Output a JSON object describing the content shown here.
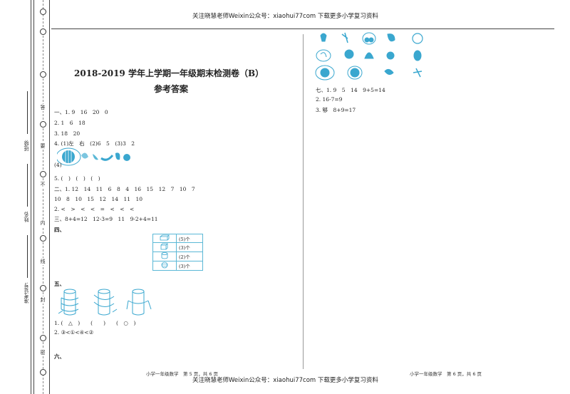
{
  "banner_top": "关注晓慧老师Weixin公众号：xiaohui77com 下载更多小学复习资料",
  "banner_bottom": "关注晓慧老师Weixin公众号：xiaohui77com 下载更多小学复习资料",
  "binding_margin": {
    "chars": [
      "答",
      "要",
      "不",
      "内",
      "线",
      "封",
      "密"
    ],
    "labels": [
      "班级:",
      "姓名:",
      "准考证号:"
    ]
  },
  "left_page": {
    "title": "2018-2019 学年上学期一年级期末检测卷（B）",
    "subtitle": "参考答案",
    "lines": {
      "q1_1": "一、1. 9　16　20　0",
      "q1_2": "2. 1　6　18",
      "q1_3": "3. 18　20",
      "q1_4": "4. (1)左　右　(2)6　5　(3)3　2",
      "q1_4b": "(4)",
      "q1_5": "5. (　)　(　)　(　)",
      "q2_1": "二、1. 12　14　11　6　8　4　16　15　12　7　10　7",
      "q2_1b": "10　8　10　15　12　14　11　10",
      "q2_2": "2. <　>　<　<　=　<　<　<",
      "q3": "三、8+4=12　12-3=9　11　9-2+4=11",
      "q4": "四、",
      "q5": "五、",
      "q5_1": "1. (　△　)　　(　　)　　(　○　)",
      "q5_2": "2. ③<①<④<②",
      "q6": "六、"
    },
    "shape_counts": [
      "(5)个",
      "(3)个",
      "(2)个",
      "(3)个"
    ],
    "footer": "小学一年级数学　第 5 页，共 6 页"
  },
  "right_page": {
    "lines": {
      "q7_1": "七、1. 9　5　14　9+5=14",
      "q7_2": "2. 16-7=9",
      "q7_3": "3. 够　8+9=17"
    },
    "footer": "小学一年级数学　第 6 页，共 6 页"
  },
  "colors": {
    "ink": "#222222",
    "accent": "#3aa7cf",
    "rule": "#444444"
  }
}
